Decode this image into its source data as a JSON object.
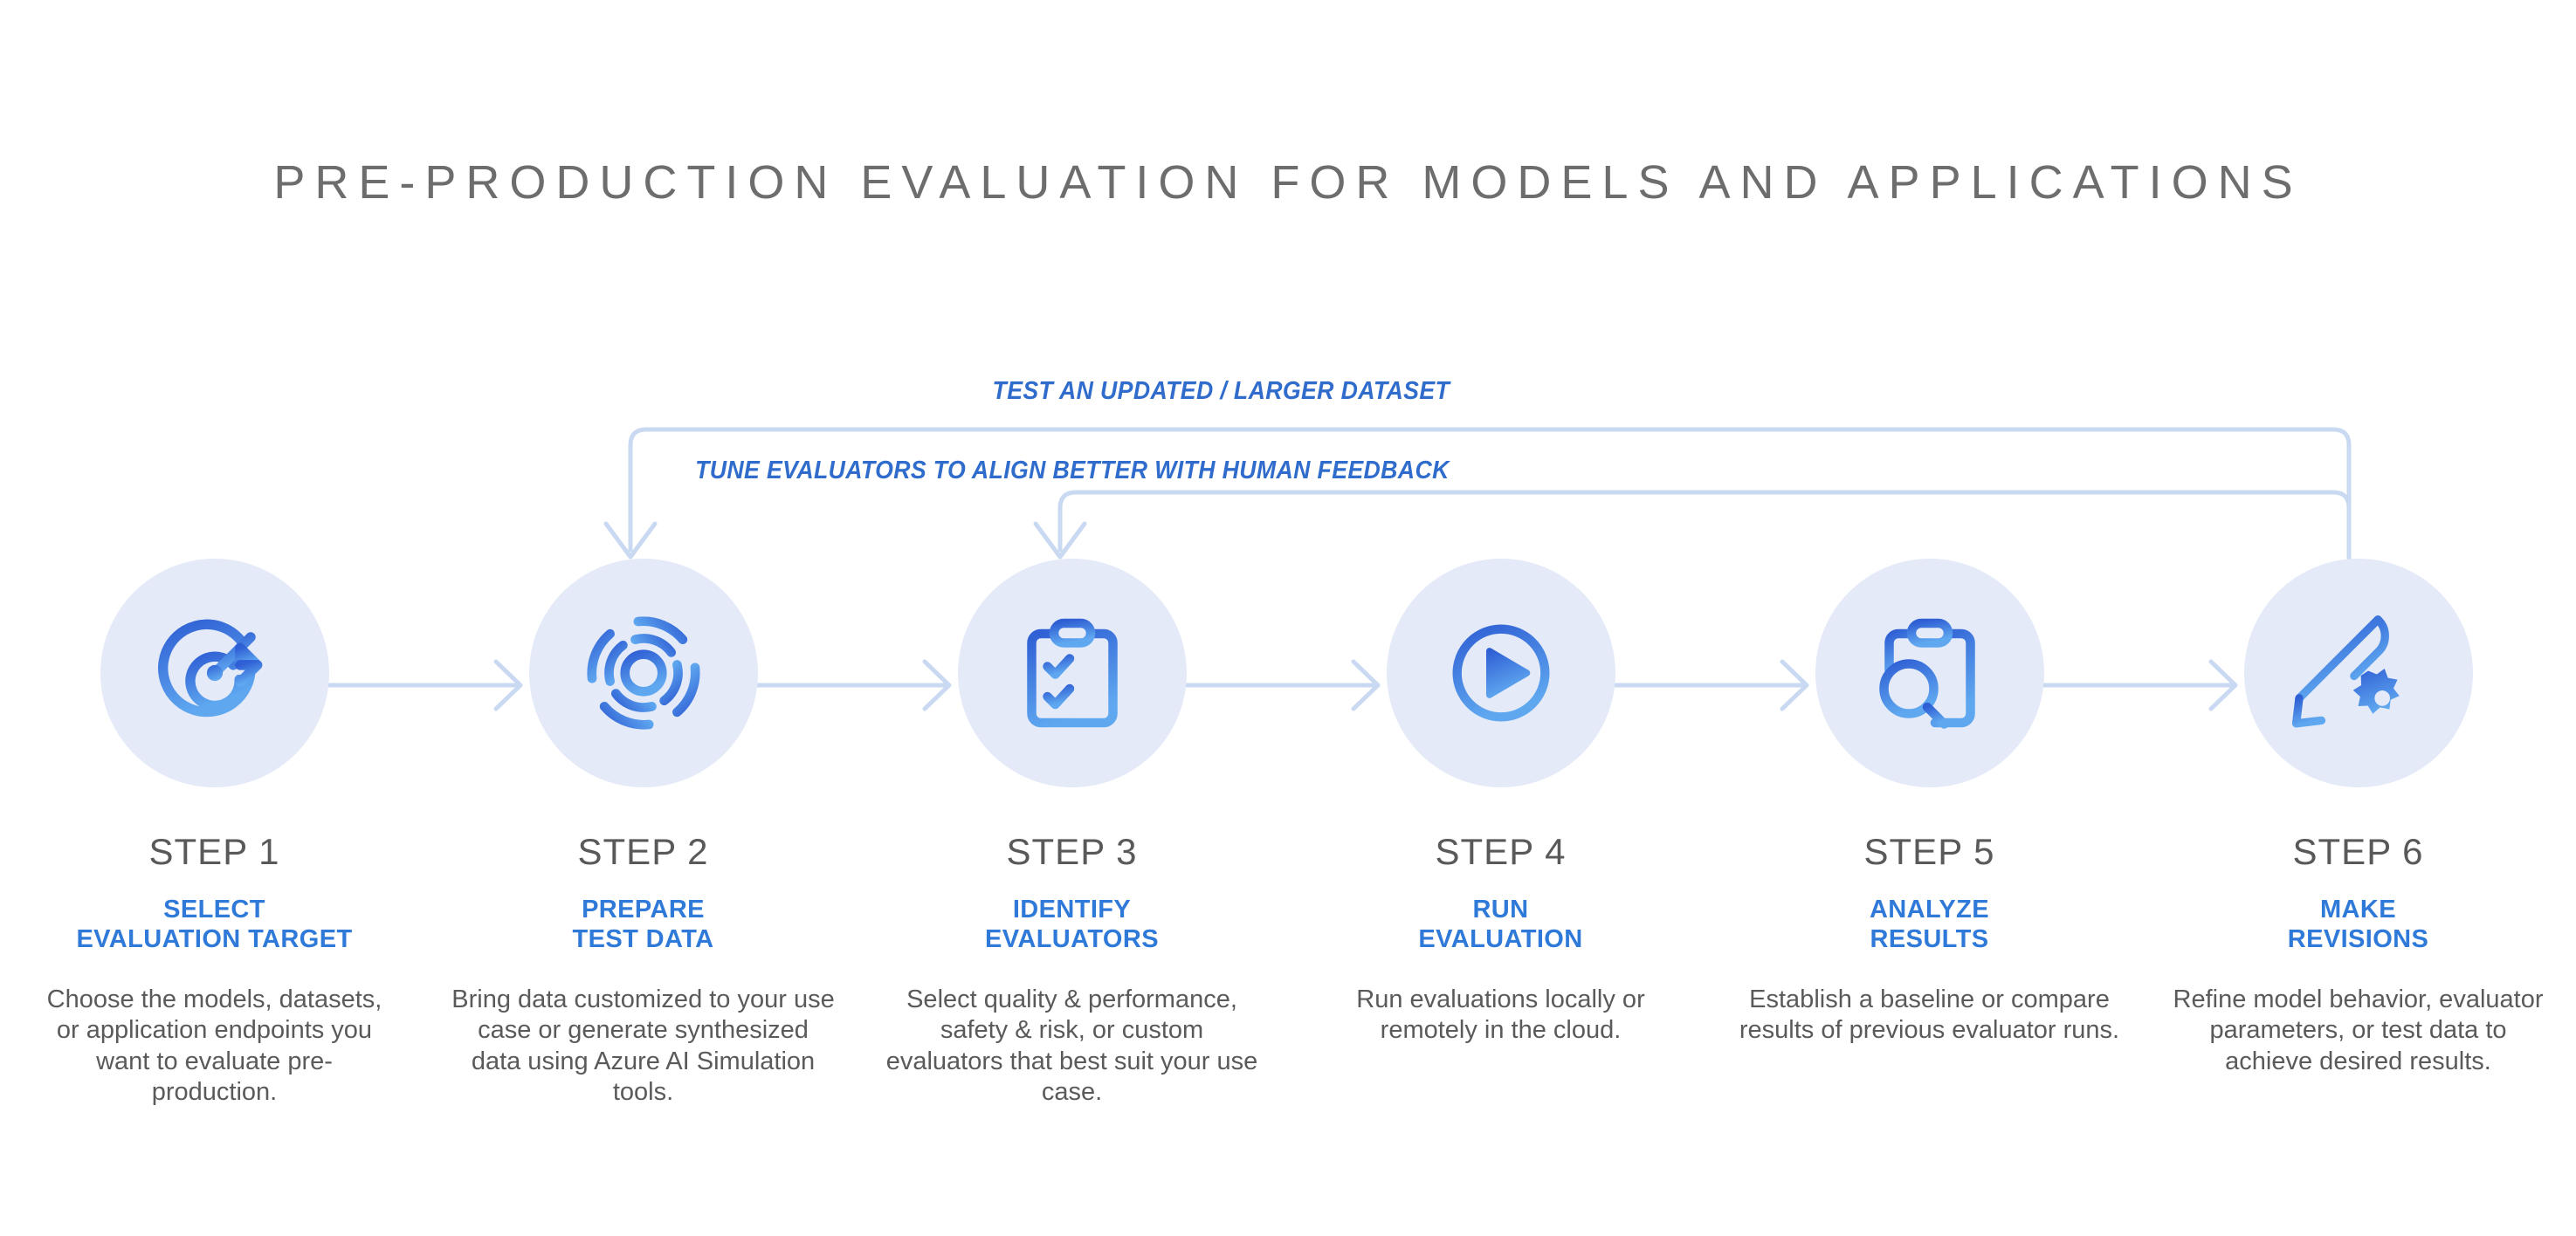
{
  "title": "PRE-PRODUCTION EVALUATION FOR MODELS AND APPLICATIONS",
  "colors": {
    "title_gray": "#6d6d6d",
    "accent_blue": "#2f7ad9",
    "loop_blue": "#2f6ccc",
    "circle_bg": "#e4eaf8",
    "connector": "#c9d9f2",
    "body_gray": "#5a5a5a"
  },
  "loops": [
    {
      "label": "TEST AN UPDATED / LARGER DATASET",
      "from_step": 6,
      "to_step": 2
    },
    {
      "label": "TUNE EVALUATORS TO ALIGN BETTER WITH HUMAN FEEDBACK",
      "from_step": 6,
      "to_step": 3
    }
  ],
  "steps": [
    {
      "number": "STEP 1",
      "heading": "SELECT\nEVALUATION TARGET",
      "description": "Choose the models, datasets, or application endpoints you want to evaluate pre-production.",
      "icon": "target-arrow-icon"
    },
    {
      "number": "STEP 2",
      "heading": "PREPARE\nTEST DATA",
      "description": "Bring data customized to your use case or generate synthesized data using Azure AI Simulation tools.",
      "icon": "concentric-rings-icon"
    },
    {
      "number": "STEP 3",
      "heading": "IDENTIFY\nEVALUATORS",
      "description": "Select quality & performance, safety & risk, or custom evaluators that best suit your use case.",
      "icon": "clipboard-checklist-icon"
    },
    {
      "number": "STEP 4",
      "heading": "RUN\nEVALUATION",
      "description": "Run evaluations locally or remotely in the cloud.",
      "icon": "play-circle-icon"
    },
    {
      "number": "STEP 5",
      "heading": "ANALYZE\nRESULTS",
      "description": "Establish a baseline or compare results of previous evaluator runs.",
      "icon": "clipboard-magnifier-icon"
    },
    {
      "number": "STEP 6",
      "heading": "MAKE\nREVISIONS",
      "description": "Refine model behavior, evaluator parameters, or test data to achieve desired results.",
      "icon": "pencil-gear-icon"
    }
  ]
}
